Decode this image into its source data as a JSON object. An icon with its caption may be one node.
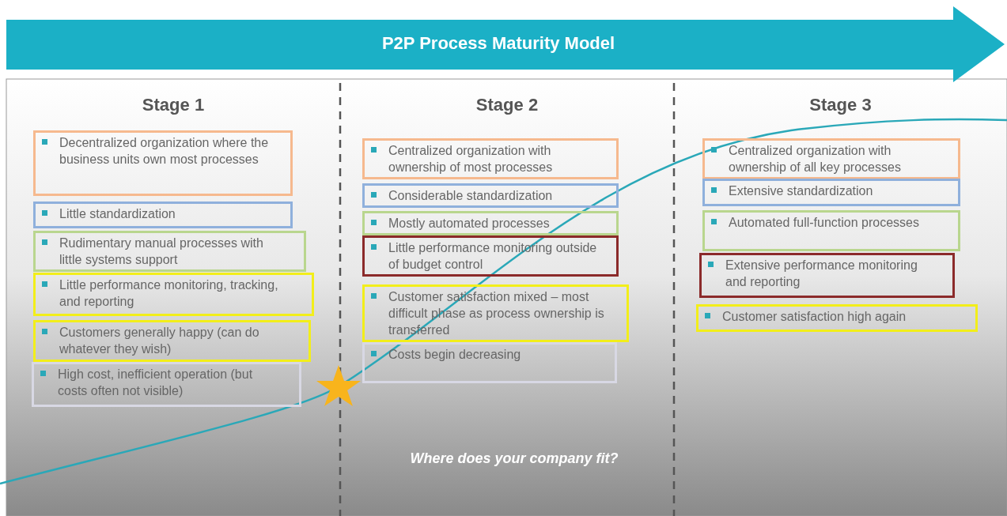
{
  "diagram": {
    "title": "P2P Process Maturity Model",
    "nodes": [
      {
        "text": [
          "Stage 1"
        ]
      },
      {
        "text": [
          "Decentralized organization where the business units own most processes"
        ],
        "in": 0
      },
      {
        "text": [
          "Little standardization"
        ],
        "in": 0
      },
      {
        "text": [
          "Rudimentary manual processes with little systems support"
        ],
        "in": 0
      },
      {
        "text": [
          "Little performance monitoring, tracking, and reporting"
        ],
        "in": 0
      },
      {
        "text": [
          "Customers generally happy (can do whatever they wish)"
        ],
        "in": 0
      },
      {
        "text": [
          "High cost, inefficient operation (but costs often not visible)"
        ],
        "in": 0
      },
      {
        "text": [
          "Stage 2"
        ]
      },
      {
        "text": [
          "Centralized organization with ownership of most processes"
        ],
        "in": 7
      },
      {
        "text": [
          "Considerable standardization"
        ],
        "in": 7
      },
      {
        "text": [
          "Mostly automated processes"
        ],
        "in": 7
      },
      {
        "text": [
          "Little performance monitoring outside of budget control"
        ],
        "in": 7
      },
      {
        "text": [
          "Customer satisfaction mixed – most difficult phase as process ownership is transferred"
        ],
        "in": 7
      },
      {
        "text": [
          "Costs begin decreasing"
        ],
        "in": 7
      },
      {
        "text": [
          "Stage 3"
        ]
      },
      {
        "text": [
          "Centralized organization with ownership of all key processes"
        ],
        "in": 14
      },
      {
        "text": [
          "Extensive standardization"
        ],
        "in": 14
      },
      {
        "text": [
          "Automated full-function processes"
        ],
        "in": 14
      },
      {
        "text": [
          "Extensive performance monitoring and reporting"
        ],
        "in": 14
      },
      {
        "text": [
          "Customer satisfaction high again"
        ],
        "in": 14
      },
      {
        "text": [],
        "shape": "star"
      }
    ],
    "edges": [],
    "labels": [
      "Where does your company fit?"
    ]
  }
}
